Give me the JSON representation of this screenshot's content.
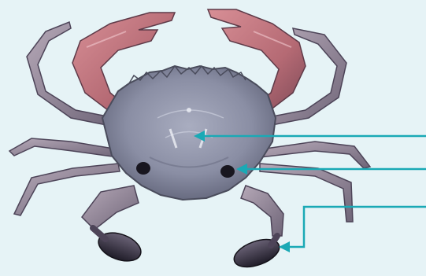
{
  "image": {
    "subject": "crab-photo",
    "background_color": "#e6f3f6",
    "pointer_color": "#1aa9b5"
  },
  "callouts": [
    {
      "name": "pointer-arrow-carapace",
      "target": "carapace",
      "label": ""
    },
    {
      "name": "pointer-arrow-body-spot",
      "target": "dark-spot",
      "label": ""
    },
    {
      "name": "pointer-arrow-swimming-leg",
      "target": "swimming-leg-paddle",
      "label": ""
    }
  ]
}
